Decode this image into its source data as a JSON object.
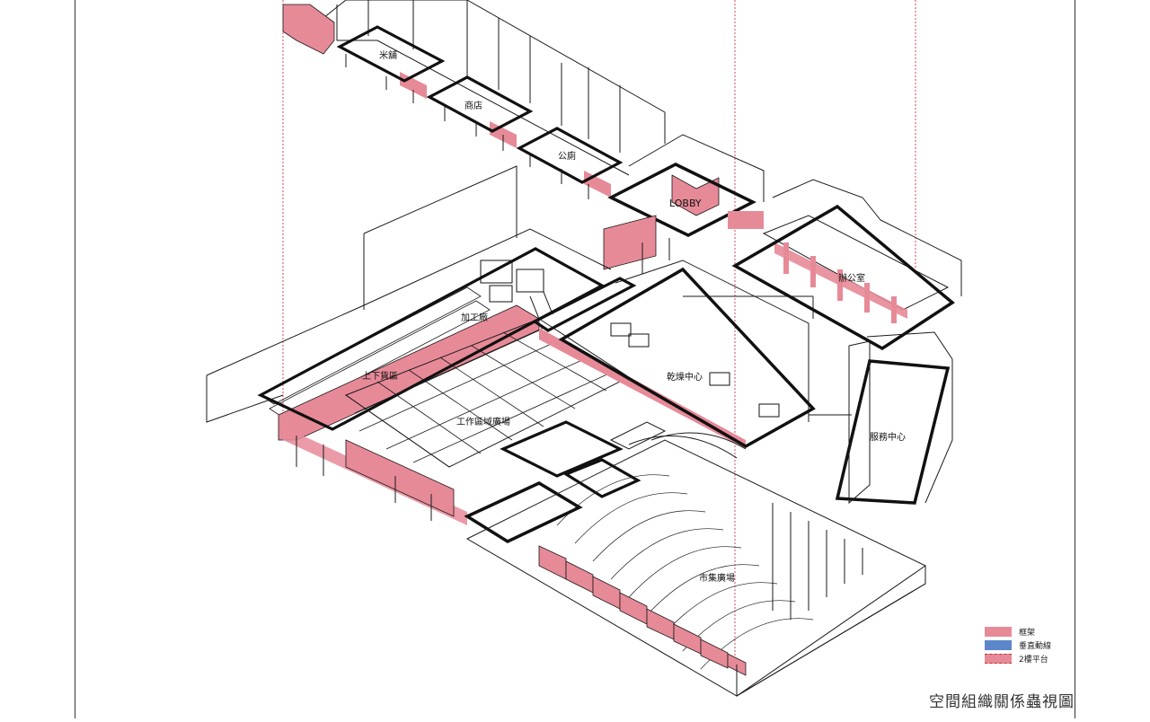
{
  "title": "空間組織關係蟲視圖",
  "labels": {
    "rice_shop": "米舖",
    "shop": "商店",
    "toilet": "公廁",
    "lobby": "LOBBY",
    "office": "辦公室",
    "processing_plant": "加工廠",
    "loading_area": "上下貨區",
    "work_plaza": "工作區域廣場",
    "drying_center": "乾燥中心",
    "service_center": "服務中心",
    "market_plaza": "市集廣場"
  },
  "legend": {
    "items": [
      {
        "label": "框架",
        "color": "#e78a98",
        "style": "solid"
      },
      {
        "label": "垂直動線",
        "color": "#5b86c9",
        "style": "solid"
      },
      {
        "label": "2樓平台",
        "color": "#e78a98",
        "style": "dashed"
      }
    ]
  },
  "colors": {
    "frame": "#e78a98",
    "guide": "#d04a5a",
    "line": "#1a1a1a"
  }
}
